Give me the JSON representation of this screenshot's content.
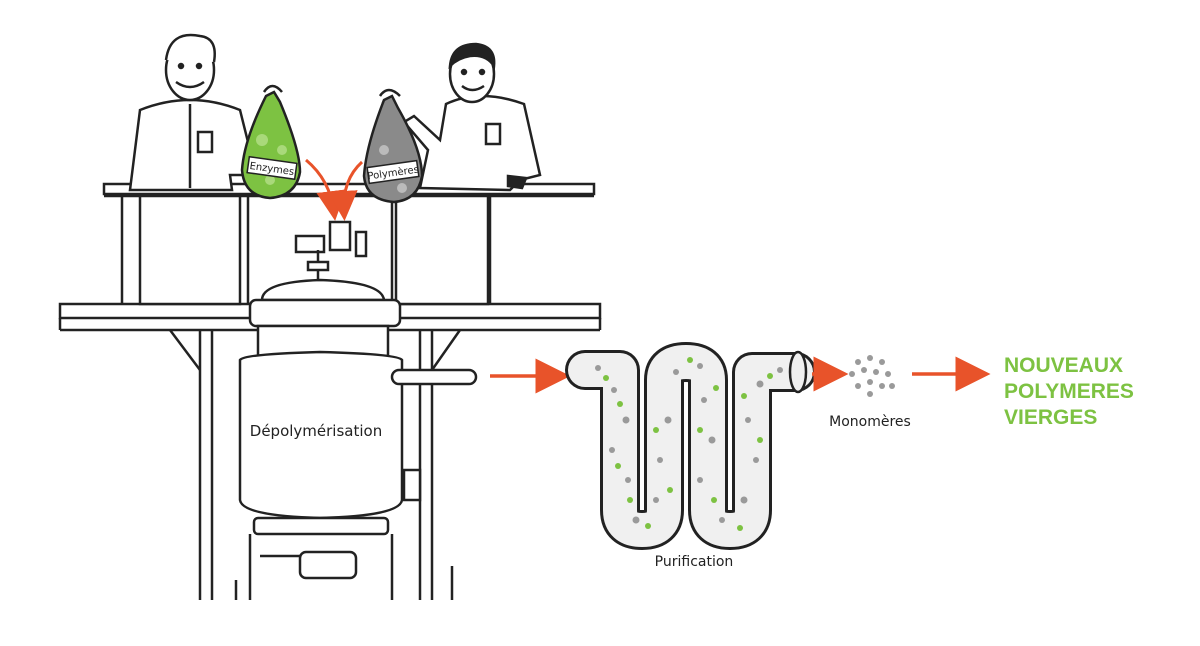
{
  "labels": {
    "enzymes": "Enzymes",
    "polymers": "Polymères",
    "depolymerisation": "Dépolymérisation",
    "purification": "Purification",
    "monomers": "Monomères"
  },
  "result": {
    "line1": "NOUVEAUX",
    "line2": "POLYMERES",
    "line3": "VIERGES"
  },
  "colors": {
    "accent_green": "#7dc242",
    "arrow_orange": "#e8532a",
    "ink": "#222222",
    "dot_gray": "#9a9a9a"
  },
  "icons": [
    "scientist-left-icon",
    "scientist-right-icon",
    "enzyme-bag-icon",
    "polymer-bag-icon",
    "reactor-tank-icon",
    "purification-pipe-icon",
    "monomer-dots-icon",
    "arrow-icon"
  ]
}
